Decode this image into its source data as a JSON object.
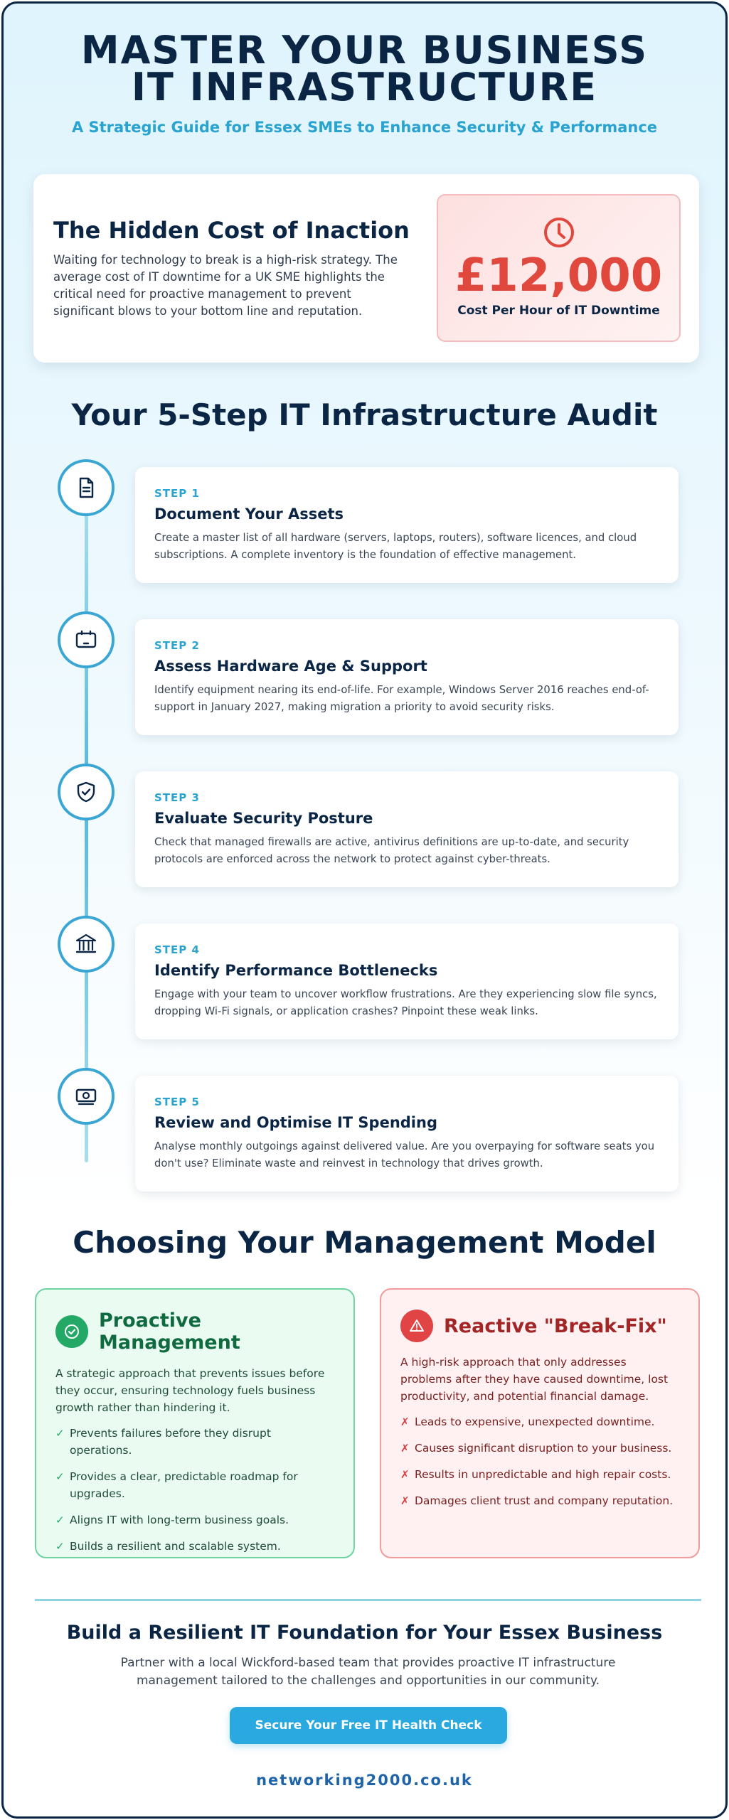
{
  "header": {
    "title": "MASTER YOUR BUSINESS IT INFRASTRUCTURE",
    "subtitle": "A Strategic Guide for Essex SMEs to Enhance Security & Performance"
  },
  "cost_section": {
    "heading": "The Hidden Cost of Inaction",
    "text": "Waiting for technology to break is a high-risk strategy. The average cost of IT downtime for a UK SME highlights the critical need for proactive management to prevent significant blows to your bottom line and reputation.",
    "icon": "clock-icon",
    "amount": "£12,000",
    "amount_label": "Cost Per Hour of IT Downtime",
    "accent_color": "#e0483e"
  },
  "audit": {
    "title": "Your 5-Step IT Infrastructure Audit",
    "steps": [
      {
        "number": "STEP 1",
        "icon": "document-icon",
        "title": "Document Your Assets",
        "text": "Create a master list of all hardware (servers, laptops, routers), software licences, and cloud subscriptions. A complete inventory is the foundation of effective management."
      },
      {
        "number": "STEP 2",
        "icon": "laptop-icon",
        "title": "Assess Hardware Age & Support",
        "text": "Identify equipment nearing its end-of-life. For example, Windows Server 2016 reaches end-of-support in January 2027, making migration a priority to avoid security risks."
      },
      {
        "number": "STEP 3",
        "icon": "shield-check-icon",
        "title": "Evaluate Security Posture",
        "text": "Check that managed firewalls are active, antivirus definitions are up-to-date, and security protocols are enforced across the network to protect against cyber-threats."
      },
      {
        "number": "STEP 4",
        "icon": "bank-icon",
        "title": "Identify Performance Bottlenecks",
        "text": "Engage with your team to uncover workflow frustrations. Are they experiencing slow file syncs, dropping Wi-Fi signals, or application crashes? Pinpoint these weak links."
      },
      {
        "number": "STEP 5",
        "icon": "money-icon",
        "title": "Review and Optimise IT Spending",
        "text": "Analyse monthly outgoings against delivered value. Are you overpaying for software seats you don't use? Eliminate waste and reinvest in technology that drives growth."
      }
    ]
  },
  "models": {
    "title": "Choosing Your Management Model",
    "proactive": {
      "title": "Proactive Management",
      "icon": "check-circle-icon",
      "color": "#23a866",
      "desc": "A strategic approach that prevents issues before they occur, ensuring technology fuels business growth rather than hindering it.",
      "points": [
        "Prevents failures before they disrupt operations.",
        "Provides a clear, predictable roadmap for upgrades.",
        "Aligns IT with long-term business goals.",
        "Builds a resilient and scalable system."
      ]
    },
    "reactive": {
      "title": "Reactive \"Break-Fix\"",
      "icon": "warning-icon",
      "color": "#e04444",
      "desc": "A high-risk approach that only addresses problems after they have caused downtime, lost productivity, and potential financial damage.",
      "points": [
        "Leads to expensive, unexpected downtime.",
        "Causes significant disruption to your business.",
        "Results in unpredictable and high repair costs.",
        "Damages client trust and company reputation."
      ]
    }
  },
  "footer": {
    "title": "Build a Resilient IT Foundation for Your Essex Business",
    "text": "Partner with a local Wickford-based team that provides proactive IT infrastructure management tailored to the challenges and opportunities in our community.",
    "cta_label": "Secure Your Free IT Health Check",
    "url": "networking2000.co.uk"
  }
}
